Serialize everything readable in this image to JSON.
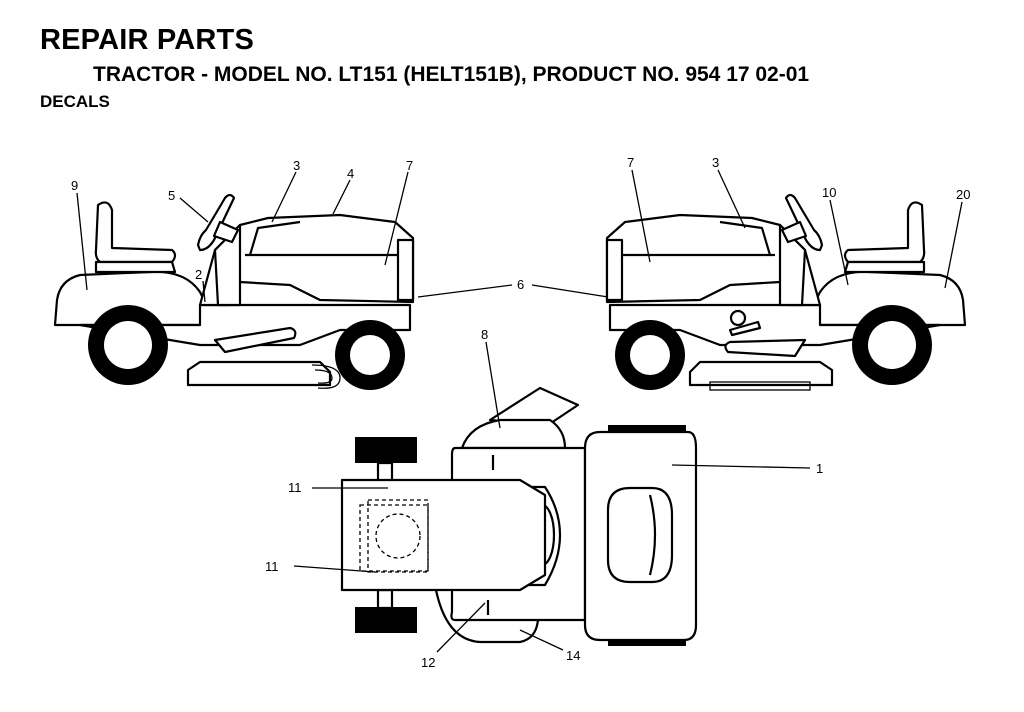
{
  "header": {
    "title": "REPAIR PARTS",
    "subtitle": "TRACTOR - MODEL NO. LT151 (HELT151B), PRODUCT NO. 954 17 02-01",
    "section": "DECALS"
  },
  "callouts": {
    "c1": "1",
    "c2": "2",
    "c3_left": "3",
    "c3_right": "3",
    "c4": "4",
    "c5": "5",
    "c6": "6",
    "c7_left": "7",
    "c7_right": "7",
    "c8": "8",
    "c9": "9",
    "c10": "10",
    "c11_top": "11",
    "c11_bottom": "11",
    "c12": "12",
    "c14": "14",
    "c20": "20"
  }
}
